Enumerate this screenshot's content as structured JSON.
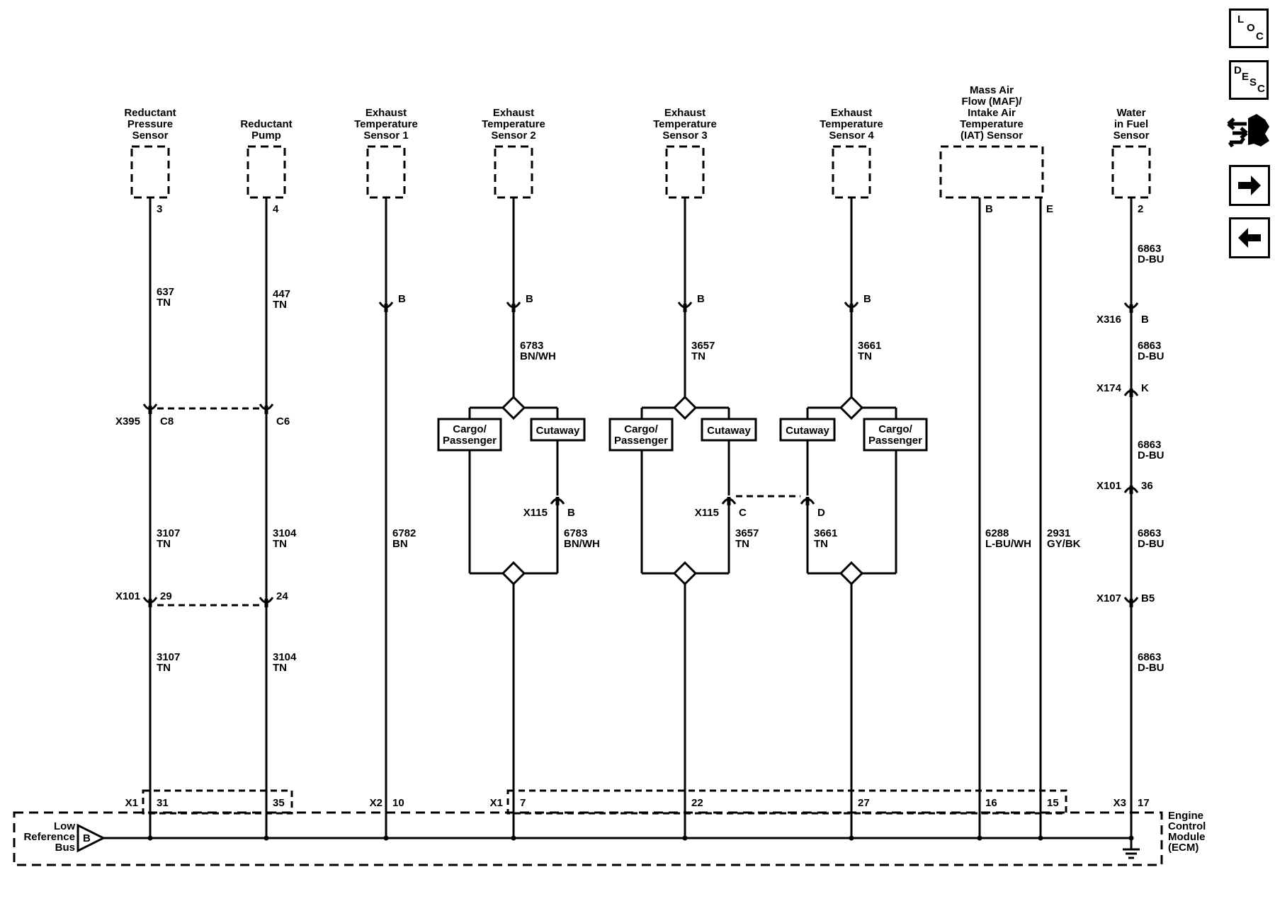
{
  "components": [
    {
      "id": "reductant-pressure-sensor",
      "name_lines": [
        "Reductant",
        "Pressure",
        "Sensor"
      ],
      "pins": [
        "3"
      ]
    },
    {
      "id": "reductant-pump",
      "name_lines": [
        "Reductant",
        "Pump"
      ],
      "pins": [
        "4"
      ]
    },
    {
      "id": "exhaust-temp-sensor-1",
      "name_lines": [
        "Exhaust",
        "Temperature",
        "Sensor 1"
      ],
      "connector": "B"
    },
    {
      "id": "exhaust-temp-sensor-2",
      "name_lines": [
        "Exhaust",
        "Temperature",
        "Sensor 2"
      ],
      "connector": "B"
    },
    {
      "id": "exhaust-temp-sensor-3",
      "name_lines": [
        "Exhaust",
        "Temperature",
        "Sensor 3"
      ],
      "connector": "B"
    },
    {
      "id": "exhaust-temp-sensor-4",
      "name_lines": [
        "Exhaust",
        "Temperature",
        "Sensor 4"
      ],
      "connector": "B"
    },
    {
      "id": "maf-iat-sensor",
      "name_lines": [
        "Mass Air",
        "Flow (MAF)/",
        "Intake Air",
        "Temperature",
        "(IAT) Sensor"
      ],
      "pins": [
        "B",
        "E"
      ]
    },
    {
      "id": "water-in-fuel-sensor",
      "name_lines": [
        "Water",
        "in Fuel",
        "Sensor"
      ],
      "pins": [
        "2"
      ]
    }
  ],
  "wires": [
    {
      "id": "w637",
      "circuit": "637",
      "color": "TN"
    },
    {
      "id": "w447",
      "circuit": "447",
      "color": "TN"
    },
    {
      "id": "w3107a",
      "circuit": "3107",
      "color": "TN"
    },
    {
      "id": "w3104a",
      "circuit": "3104",
      "color": "TN"
    },
    {
      "id": "w3107b",
      "circuit": "3107",
      "color": "TN"
    },
    {
      "id": "w3104b",
      "circuit": "3104",
      "color": "TN"
    },
    {
      "id": "w6782",
      "circuit": "6782",
      "color": "BN"
    },
    {
      "id": "w6783a",
      "circuit": "6783",
      "color": "BN/WH"
    },
    {
      "id": "w6783b",
      "circuit": "6783",
      "color": "BN/WH"
    },
    {
      "id": "w3657a",
      "circuit": "3657",
      "color": "TN"
    },
    {
      "id": "w3657b",
      "circuit": "3657",
      "color": "TN"
    },
    {
      "id": "w3661a",
      "circuit": "3661",
      "color": "TN"
    },
    {
      "id": "w3661b",
      "circuit": "3661",
      "color": "TN"
    },
    {
      "id": "w6288",
      "circuit": "6288",
      "color": "L-BU/WH"
    },
    {
      "id": "w2931",
      "circuit": "2931",
      "color": "GY/BK"
    },
    {
      "id": "w6863a",
      "circuit": "6863",
      "color": "D-BU"
    },
    {
      "id": "w6863b",
      "circuit": "6863",
      "color": "D-BU"
    },
    {
      "id": "w6863c",
      "circuit": "6863",
      "color": "D-BU"
    },
    {
      "id": "w6863d",
      "circuit": "6863",
      "color": "D-BU"
    },
    {
      "id": "w6863e",
      "circuit": "6863",
      "color": "D-BU"
    }
  ],
  "inline_connectors": [
    {
      "id": "x395-c8",
      "label": "X395",
      "pin": "C8"
    },
    {
      "id": "x395-c6",
      "label": "",
      "pin": "C6"
    },
    {
      "id": "x101-29",
      "label": "X101",
      "pin": "29"
    },
    {
      "id": "x101-24",
      "label": "",
      "pin": "24"
    },
    {
      "id": "x115-b",
      "label": "X115",
      "pin": "B"
    },
    {
      "id": "x115-c",
      "label": "X115",
      "pin": "C"
    },
    {
      "id": "x115-d",
      "label": "",
      "pin": "D"
    },
    {
      "id": "x316-b",
      "label": "X316",
      "pin": "B"
    },
    {
      "id": "x174-k",
      "label": "X174",
      "pin": "K"
    },
    {
      "id": "x101-36",
      "label": "X101",
      "pin": "36"
    },
    {
      "id": "x107-b5",
      "label": "X107",
      "pin": "B5"
    }
  ],
  "options": {
    "cargo_passenger": [
      "Cargo/",
      "Passenger"
    ],
    "cutaway": "Cutaway"
  },
  "ecm": {
    "name_lines": [
      "Engine",
      "Control",
      "Module",
      "(ECM)"
    ],
    "bus_lines": [
      "Low",
      "Reference",
      "Bus"
    ],
    "bus_symbol": "B",
    "connectors": [
      "X1",
      "X2",
      "X1",
      "X3"
    ],
    "pins": [
      "31",
      "35",
      "10",
      "7",
      "22",
      "27",
      "16",
      "15",
      "17"
    ]
  },
  "nav": {
    "loc": [
      "L",
      "O",
      "C"
    ],
    "desc": [
      "D",
      "E",
      "S",
      "C"
    ],
    "icons": [
      "connector-icon",
      "arrow-right-icon",
      "arrow-left-icon"
    ]
  }
}
